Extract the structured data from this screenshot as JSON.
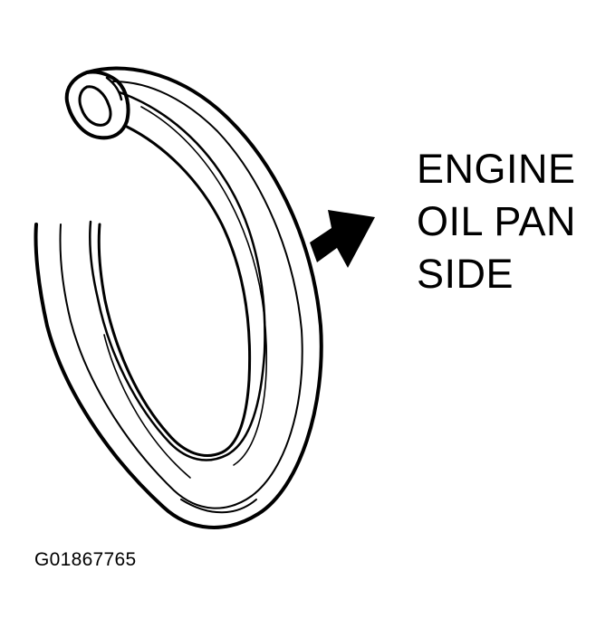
{
  "diagram": {
    "label_lines": [
      "ENGINE",
      "OIL PAN",
      "SIDE"
    ],
    "figure_id": "G01867765",
    "line_color": "#000000",
    "background_color": "#ffffff",
    "icons": [
      "oil-seal-ring-illustration",
      "direction-arrow-icon"
    ]
  }
}
